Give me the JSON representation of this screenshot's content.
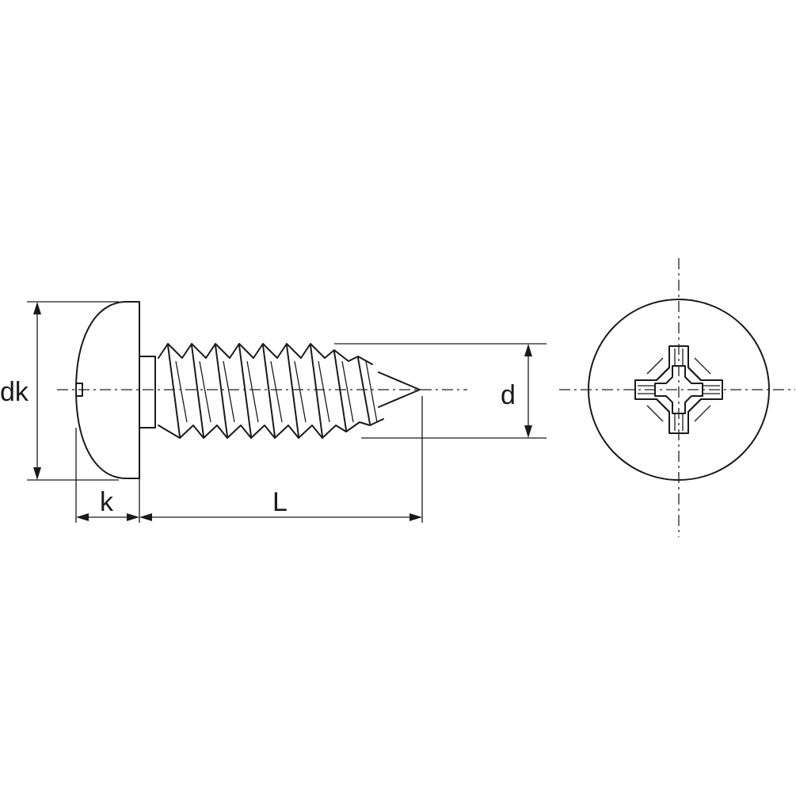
{
  "dimensions": {
    "head_diameter_label": "dk",
    "head_height_label": "k",
    "length_label": "L",
    "thread_diameter_label": "d"
  },
  "colors": {
    "line": "#1a1a1a",
    "background": "#ffffff"
  }
}
